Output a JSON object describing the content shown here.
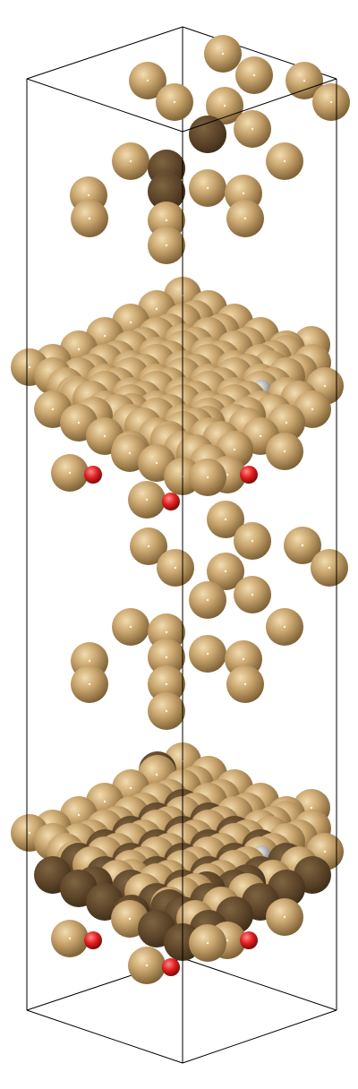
{
  "viewer": {
    "background": "#ffffff",
    "cell_edge_color": "#000000",
    "elements": [
      {
        "symbol": "Au",
        "color": "#c9a56e"
      },
      {
        "symbol": "O",
        "color": "#e02020"
      },
      {
        "symbol": "Pt",
        "color": "#b8b8b8"
      }
    ]
  }
}
